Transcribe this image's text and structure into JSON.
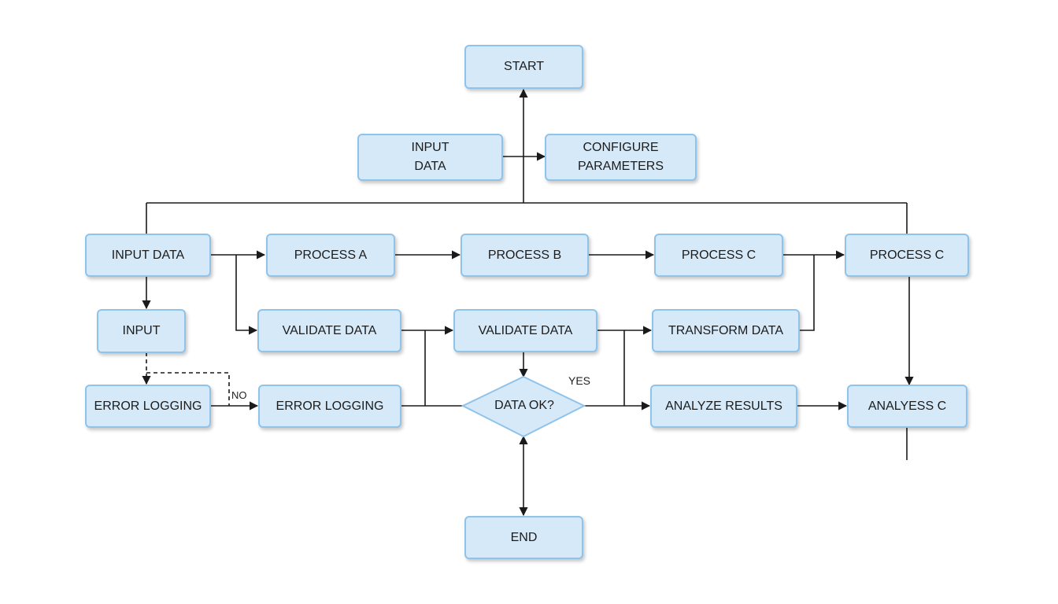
{
  "nodes": {
    "start": "START",
    "input_data_top": "INPUT\nDATA",
    "configure_parameters": "CONFIGURE\nPARAMETERS",
    "input_data_left": "INPUT DATA",
    "process_a": "PROCESS A",
    "process_b": "PROCESS B",
    "process_c_1": "PROCESS C",
    "process_c_2": "PROCESS C",
    "input": "INPUT",
    "validate_data_1": "VALIDATE DATA",
    "validate_data_2": "VALIDATE DATA",
    "transform_data": "TRANSFORM DATA",
    "error_logging_1": "ERROR LOGGING",
    "error_logging_2": "ERROR LOGGING",
    "decision": "DATA OK?",
    "analyze_results": "ANALYZE RESULTS",
    "analyess_c": "ANALYESS C",
    "end": "END"
  },
  "edge_labels": {
    "yes": "YES",
    "no": "NO"
  },
  "colors": {
    "node_fill": "#d6e9f8",
    "node_border": "#8fc3ea",
    "line": "#1a1a1a"
  }
}
